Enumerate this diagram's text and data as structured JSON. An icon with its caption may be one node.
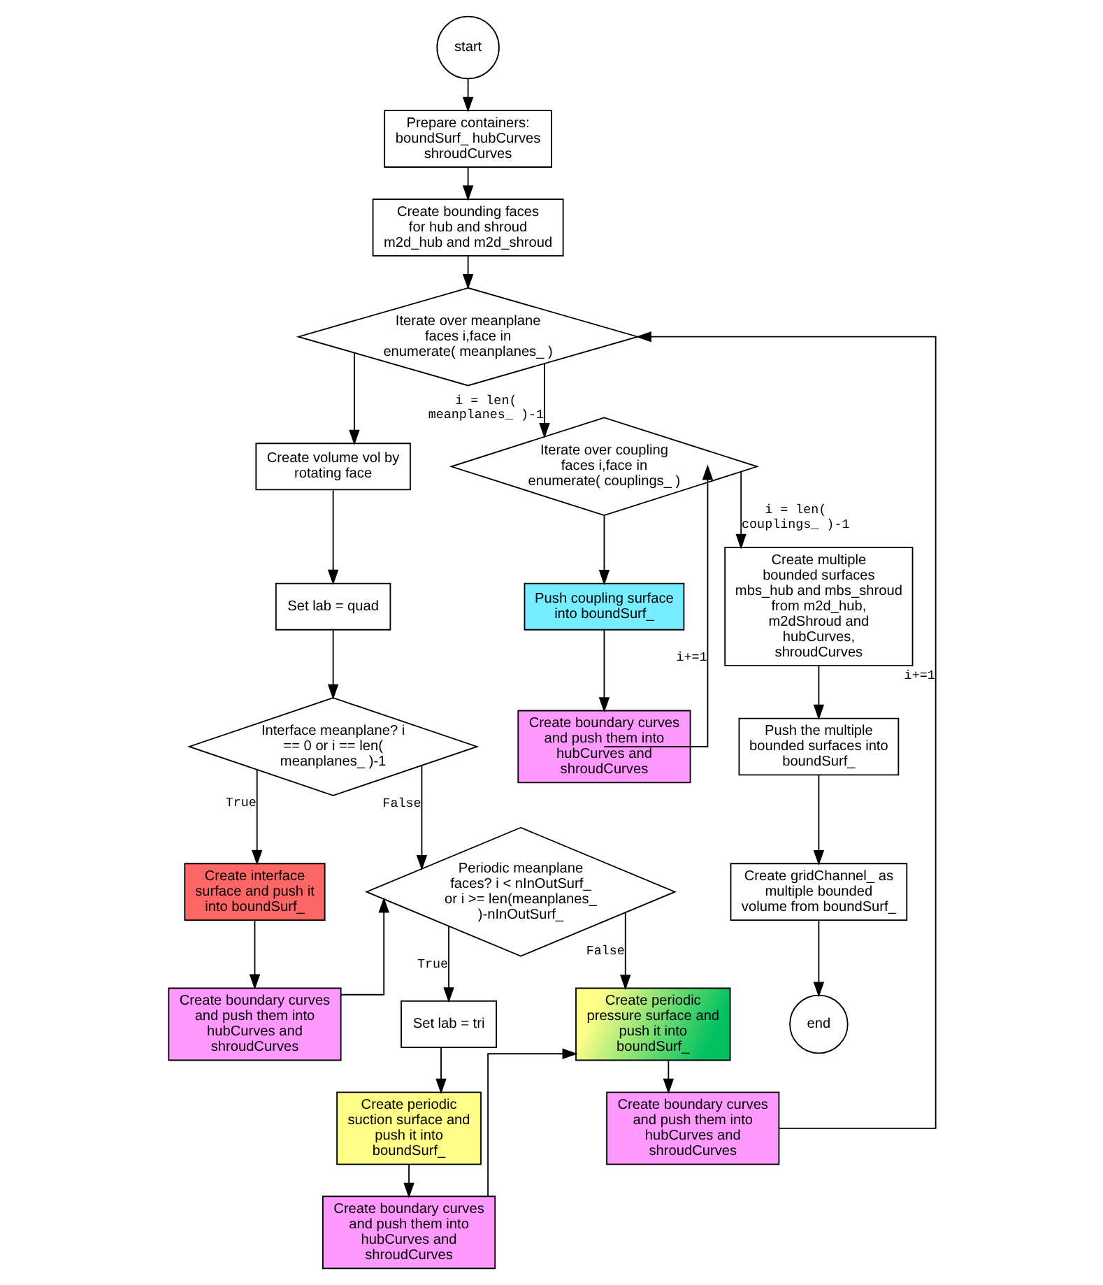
{
  "diagram": {
    "nodes": [
      {
        "text": [
          "start"
        ]
      },
      {
        "text": [
          "Prepare containers: boundSurf_ hubCurves shroudCurves"
        ]
      },
      {
        "text": [
          "Create bounding faces for hub and shroud m2d_hub and m2d_shroud"
        ]
      },
      {
        "text": [
          "Iterate over meanplane faces i,face in enumerate( meanplanes_ )"
        ]
      },
      {
        "text": [
          "Create volume vol by rotating face"
        ]
      },
      {
        "text": [
          "Set lab = quad"
        ]
      },
      {
        "text": [
          "Interface meanplane? i == 0 or i == len( meanplanes_ )-1"
        ]
      },
      {
        "text": [
          "Create interface surface and push it into boundSurf_"
        ]
      },
      {
        "text": [
          "Create boundary curves and push them into hubCurves and shroudCurves"
        ]
      },
      {
        "text": [
          "Periodic meanplane faces? i < nInOutSurf_ or i >= len(meanplanes_ )-nInOutSurf_"
        ]
      },
      {
        "text": [
          "Set lab = tri"
        ]
      },
      {
        "text": [
          "Create periodic suction surface and push it into boundSurf_"
        ]
      },
      {
        "text": [
          "Create boundary curves and push them into hubCurves and shroudCurves"
        ]
      },
      {
        "text": [
          "Create periodic pressure surface and push it into boundSurf_"
        ]
      },
      {
        "text": [
          "Create boundary curves and push them into hubCurves and shroudCurves"
        ]
      },
      {
        "text": [
          "Iterate over coupling faces i,face in enumerate( couplings_ )"
        ]
      },
      {
        "text": [
          "Push coupling surface into boundSurf_"
        ]
      },
      {
        "text": [
          "Create boundary curves and push them into hubCurves and shroudCurves"
        ]
      },
      {
        "text": [
          "Create multiple bounded surfaces mbs_hub and mbs_shroud from m2d_hub, m2dShroud and hubCurves, shroudCurves"
        ]
      },
      {
        "text": [
          "Push the multiple bounded surfaces into boundSurf_"
        ]
      },
      {
        "text": [
          "Create gridChannel_ as multiple bounded volume from boundSurf_"
        ]
      },
      {
        "text": [
          "end"
        ]
      }
    ],
    "edges": [
      {
        "from": 0,
        "to": 1,
        "arrow": "to"
      },
      {
        "from": 1,
        "to": 2,
        "arrow": "to"
      },
      {
        "from": 2,
        "to": 3,
        "arrow": "to"
      },
      {
        "from": 3,
        "to": 4,
        "arrow": "to"
      },
      {
        "from": 4,
        "to": 5,
        "arrow": "to"
      },
      {
        "from": 5,
        "to": 6,
        "arrow": "to"
      },
      {
        "from": 6,
        "to": 7,
        "arrow": "to",
        "label": "True"
      },
      {
        "from": 7,
        "to": 8,
        "arrow": "to"
      },
      {
        "from": 6,
        "to": 9,
        "arrow": "to",
        "label": "False"
      },
      {
        "from": 8,
        "to": 9,
        "arrow": "to"
      },
      {
        "from": 9,
        "to": 10,
        "arrow": "to",
        "label": "True"
      },
      {
        "from": 10,
        "to": 11,
        "arrow": "to"
      },
      {
        "from": 11,
        "to": 12,
        "arrow": "to"
      },
      {
        "from": 9,
        "to": 13,
        "arrow": "to",
        "label": "False"
      },
      {
        "from": 12,
        "to": 13,
        "arrow": "to"
      },
      {
        "from": 13,
        "to": 14,
        "arrow": "to"
      },
      {
        "from": 14,
        "to": 3,
        "arrow": "to",
        "label": "i+=1"
      },
      {
        "from": 3,
        "to": 15,
        "arrow": "to",
        "label": "i = len( meanplanes_ )-1"
      },
      {
        "from": 15,
        "to": 16,
        "arrow": "to"
      },
      {
        "from": 16,
        "to": 17,
        "arrow": "to"
      },
      {
        "from": 17,
        "to": 15,
        "arrow": "to",
        "label": "i+=1"
      },
      {
        "from": 15,
        "to": 18,
        "arrow": "to",
        "label": "i = len( couplings_ )-1"
      },
      {
        "from": 18,
        "to": 19,
        "arrow": "to"
      },
      {
        "from": 19,
        "to": 20,
        "arrow": "to"
      },
      {
        "from": 20,
        "to": 21,
        "arrow": "to"
      }
    ]
  }
}
